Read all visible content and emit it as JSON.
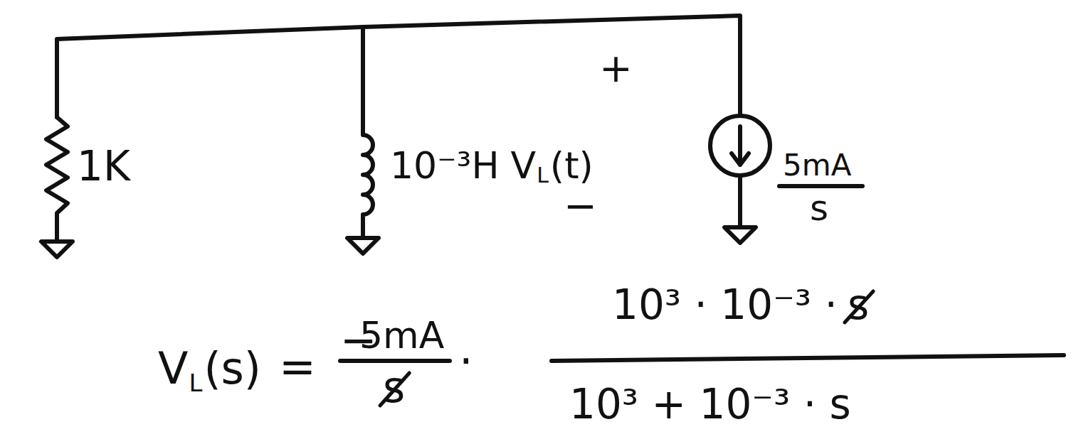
{
  "diagram": {
    "labels": [
      "1K",
      "10⁻³H",
      "V",
      "L",
      "(t)",
      "+",
      "−",
      "5mA",
      "s",
      "V",
      "L",
      "(s)",
      "=",
      "−",
      "5mA",
      "s",
      "·",
      "10³ · 10⁻³ ·",
      "s",
      "10³ + 10⁻³ · s"
    ]
  }
}
